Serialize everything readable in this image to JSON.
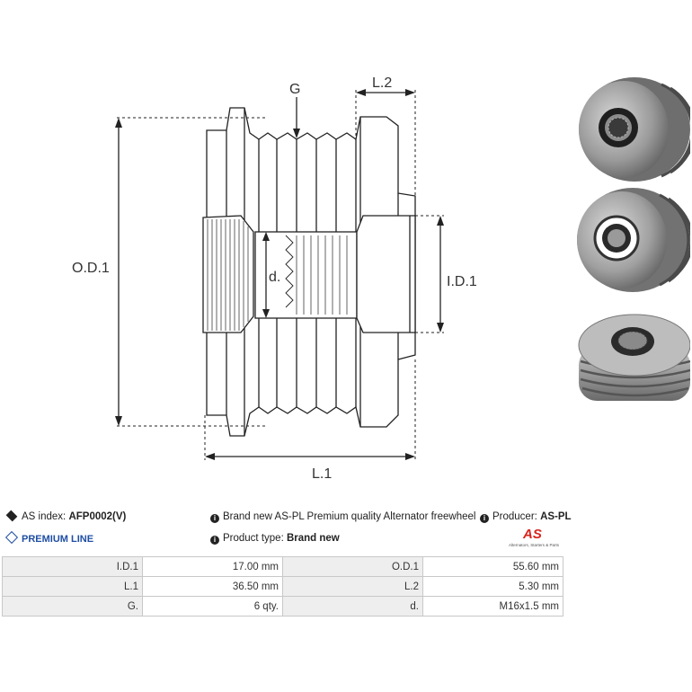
{
  "drawing": {
    "label_od": "O.D.1",
    "label_id": "I.D.1",
    "label_l1": "L.1",
    "label_l2": "L.2",
    "label_g": "G",
    "label_d": "d."
  },
  "info": {
    "as_index_label": "AS index:",
    "as_index_value": "AFP0002(V)",
    "premium_line": "PREMIUM LINE",
    "description": "Brand new AS-PL Premium quality Alternator freewheel pulley",
    "producer_label": "Producer:",
    "producer_value": "AS-PL",
    "product_type_label": "Product type:",
    "product_type_value": "Brand new",
    "logo_text": "AS",
    "logo_tagline": "Alternators, Starters & Parts"
  },
  "specs": {
    "rows": [
      {
        "l1": "I.D.1",
        "v1": "17.00 mm",
        "l2": "O.D.1",
        "v2": "55.60 mm"
      },
      {
        "l1": "L.1",
        "v1": "36.50 mm",
        "l2": "L.2",
        "v2": "5.30 mm"
      },
      {
        "l1": "G.",
        "v1": "6 qty.",
        "l2": "d.",
        "v2": "M16x1.5 mm"
      }
    ]
  },
  "colors": {
    "accent": "#1f4ea3",
    "logo_red": "#d9231d",
    "line": "#222222"
  }
}
